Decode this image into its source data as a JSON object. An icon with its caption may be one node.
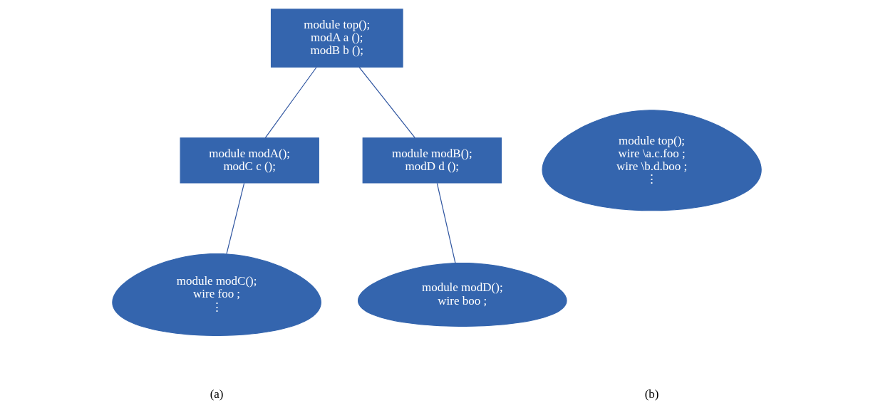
{
  "diagram": {
    "nodes": [
      {
        "text": [
          "module top();",
          "modA a ();",
          "modB b ();"
        ]
      },
      {
        "text": [
          "module modA();",
          "modC c ();"
        ]
      },
      {
        "text": [
          "module modB();",
          "modD d ();"
        ]
      },
      {
        "text": [
          "module modC();",
          "wire foo ;",
          "⋮"
        ]
      },
      {
        "text": [
          "module modD();",
          "wire boo ;"
        ]
      },
      {
        "text": [
          "module top();",
          "wire \\a.c.foo ;",
          "wire \\b.d.boo ;",
          "⋮"
        ]
      }
    ],
    "edges": [
      {
        "from": 0,
        "to": 1,
        "arrow": "none"
      },
      {
        "from": 0,
        "to": 2,
        "arrow": "none"
      },
      {
        "from": 1,
        "to": 3,
        "arrow": "none"
      },
      {
        "from": 2,
        "to": 4,
        "arrow": "none"
      }
    ],
    "labels": [
      "(a)",
      "(b)"
    ]
  }
}
